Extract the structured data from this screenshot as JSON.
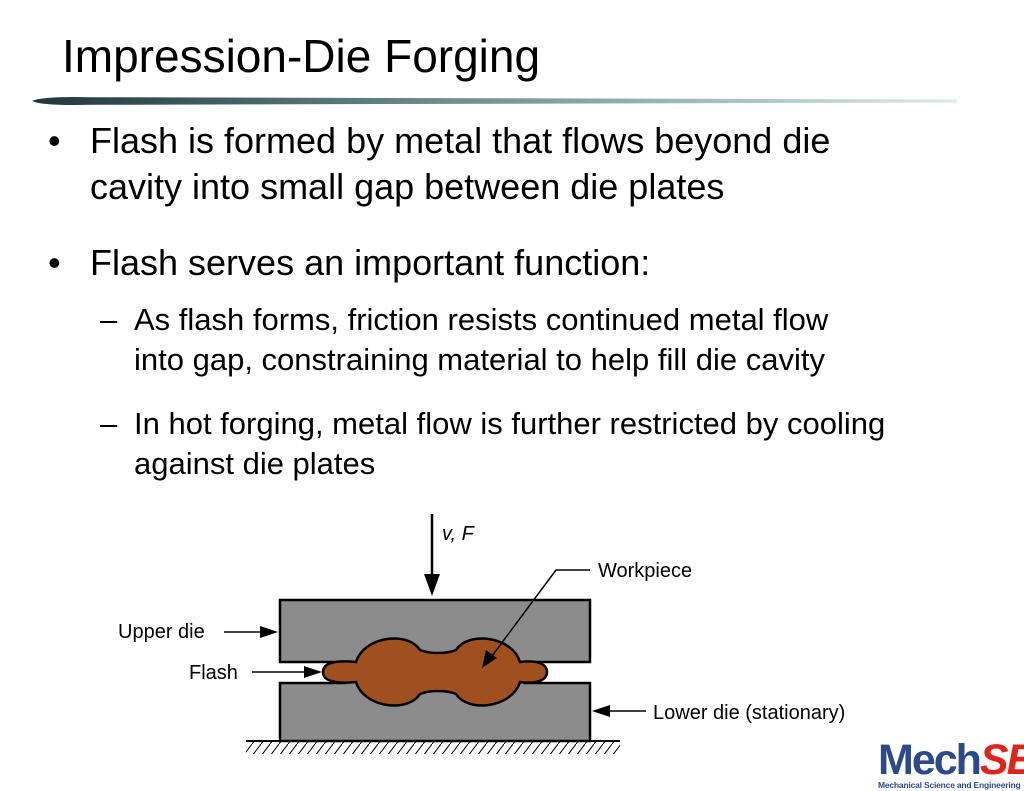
{
  "slide": {
    "title": "Impression-Die Forging",
    "bullets": [
      {
        "lines": [
          "Flash is formed by metal that flows beyond die",
          "cavity into small gap between die plates"
        ]
      },
      {
        "lines": [
          "Flash serves an important function:"
        ],
        "subbullets": [
          {
            "lines": [
              "As flash forms, friction resists continued metal flow",
              "into gap, constraining material to help fill die cavity"
            ]
          },
          {
            "lines": [
              "In hot forging, metal flow is further restricted by cooling",
              "against die plates"
            ]
          }
        ]
      }
    ],
    "bullet_symbol": "•",
    "sub_bullet_symbol": "–"
  },
  "diagram": {
    "force_label": "v, F",
    "labels": {
      "workpiece": "Workpiece",
      "upper_die": "Upper die",
      "flash": "Flash",
      "lower_die": "Lower die (stationary)"
    },
    "colors": {
      "die": "#8c8c8c",
      "workpiece": "#a0501e"
    }
  },
  "logo": {
    "mech": "Mech",
    "se": "SE",
    "subtitle": "Mechanical Science and Engineering"
  },
  "colors": {
    "rule_dark": "#243e44",
    "rule_light": "#cfe6ea",
    "logo_blue": "#2c4a8a",
    "logo_red": "#e2231a"
  }
}
